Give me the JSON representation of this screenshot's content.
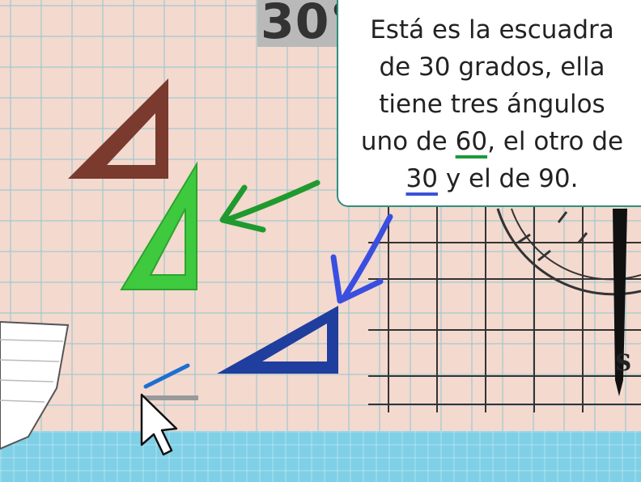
{
  "heading": {
    "text": "30°"
  },
  "callout": {
    "line1": "Está es la  escuadra",
    "line2": "de 30 grados, ella",
    "line3": "tiene tres ángulos",
    "line4_prefix": "uno de ",
    "line4_sixty": "60",
    "line4_suffix": ", el otro de",
    "line5_thirty": "30",
    "line5_suffix": " y el de 90."
  },
  "compass": {
    "south_label": "S"
  },
  "colors": {
    "brown_triangle": "#7a3a2e",
    "green_triangle": "#3fc93f",
    "blue_triangle": "#1f3e9e",
    "green_arrow": "#1f9a2e",
    "blue_arrow": "#3a4fe0",
    "callout_border": "#2f8f7f"
  }
}
